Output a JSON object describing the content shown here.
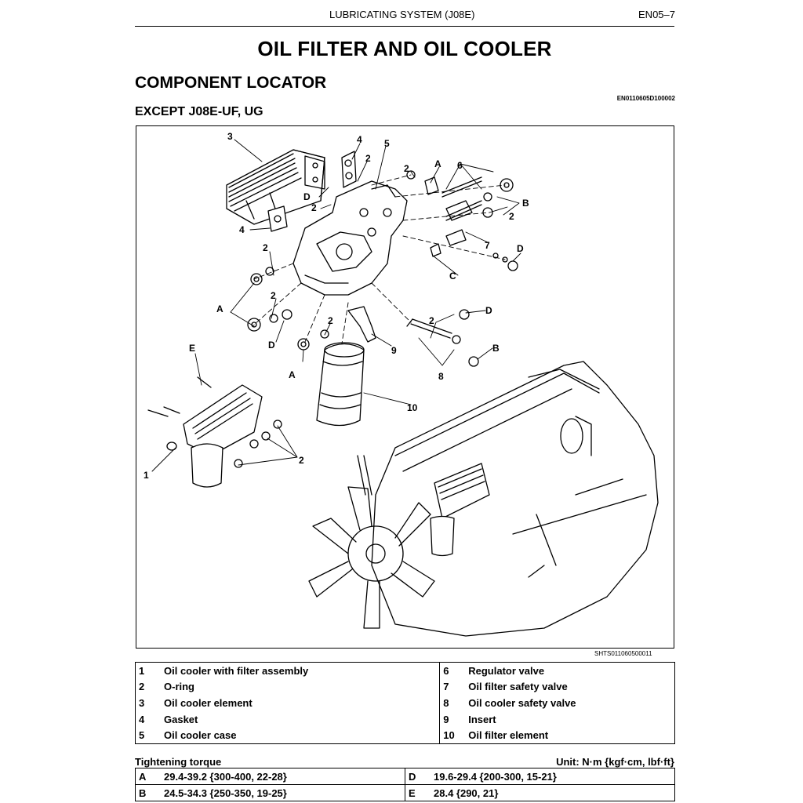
{
  "header": {
    "section": "LUBRICATING SYSTEM (J08E)",
    "page": "EN05–7"
  },
  "title": "OIL FILTER AND OIL COOLER",
  "heading": "COMPONENT LOCATOR",
  "doc_code": "EN0110605D100002",
  "subheading": "EXCEPT J08E-UF, UG",
  "figure": {
    "code": "SHTS011060500011",
    "callouts": {
      "c1": "1",
      "c2": "2",
      "c3": "3",
      "c4": "4",
      "c5": "5",
      "c6": "6",
      "c7": "7",
      "c8": "8",
      "c9": "9",
      "c10": "10",
      "A": "A",
      "B": "B",
      "C": "C",
      "D": "D",
      "E": "E"
    }
  },
  "parts": [
    {
      "num": "1",
      "label": "Oil cooler with filter assembly",
      "num2": "6",
      "label2": "Regulator valve"
    },
    {
      "num": "2",
      "label": "O-ring",
      "num2": "7",
      "label2": "Oil filter safety valve"
    },
    {
      "num": "3",
      "label": "Oil cooler element",
      "num2": "8",
      "label2": "Oil cooler safety valve"
    },
    {
      "num": "4",
      "label": "Gasket",
      "num2": "9",
      "label2": "Insert"
    },
    {
      "num": "5",
      "label": "Oil cooler case",
      "num2": "10",
      "label2": "Oil filter element"
    }
  ],
  "torque": {
    "heading": "Tightening torque",
    "unit": "Unit: N·m {kgf·cm, lbf·ft}",
    "rows": [
      {
        "key": "A",
        "value": "29.4-39.2 {300-400, 22-28}",
        "key2": "D",
        "value2": "19.6-29.4 {200-300, 15-21}"
      },
      {
        "key": "B",
        "value": "24.5-34.3 {250-350, 19-25}",
        "key2": "E",
        "value2": "28.4 {290, 21}"
      }
    ]
  }
}
